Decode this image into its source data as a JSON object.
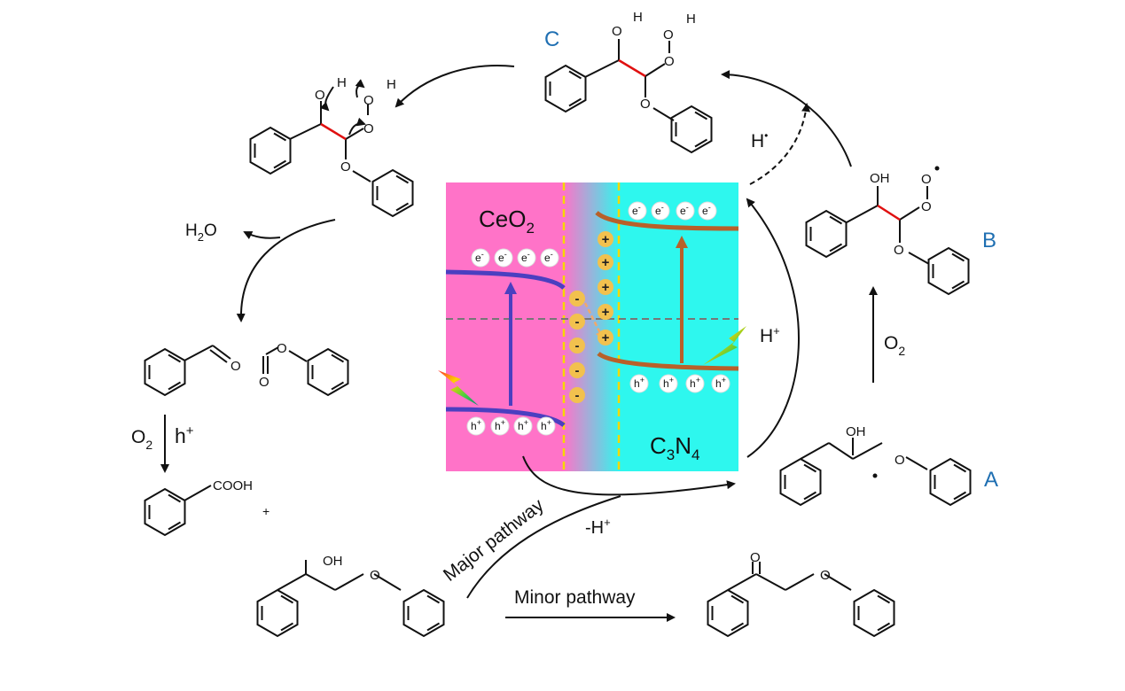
{
  "labels": {
    "A": "A",
    "B": "B",
    "C": "C",
    "ceo2_base": "CeO",
    "ceo2_sub": "2",
    "c3n4_c": "C",
    "c3n4_3": "3",
    "c3n4_n": "N",
    "c3n4_4": "4",
    "major_pathway": "Major pathway",
    "minor_pathway": "Minor pathway",
    "minus_h_plus": "-H",
    "plus_sup": "+",
    "h_plus": "H",
    "h_radical": "H",
    "radical_dot": "•",
    "o2": "O",
    "o2_sub": "2",
    "h2o_h": "H",
    "h2o_2": "2",
    "h2o_o": "O",
    "h_label": "h",
    "h_sup": "+",
    "plus_sign": "+",
    "e_label": "e",
    "e_sup": "-"
  },
  "atoms": {
    "OH": "OH",
    "O": "O",
    "H": "H",
    "COOH": "COOH"
  },
  "colors": {
    "ceo2_region": "#ff73c8",
    "c3n4_region": "#2ef7ee",
    "band_blue": "#4b3fc0",
    "band_brown": "#b8602a",
    "charge_yellow": "#f2c14e",
    "dashed_yellow": "#f5d800",
    "blue_label": "#1f6fb2",
    "red_bond": "#e01010"
  }
}
